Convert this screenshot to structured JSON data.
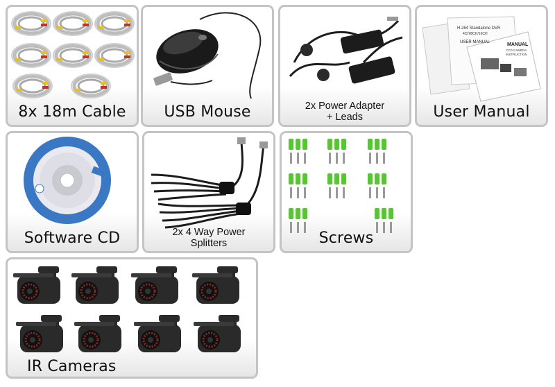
{
  "items": [
    {
      "label": "8x 18m Cable"
    },
    {
      "label": "USB Mouse"
    },
    {
      "label_lines": [
        "2x Power Adapter",
        "+ Leads"
      ]
    },
    {
      "label": "User Manual"
    },
    {
      "label": "Software CD"
    },
    {
      "label_lines": [
        "2x 4 Way Power",
        "Splitters"
      ]
    },
    {
      "label": "Screws"
    },
    {
      "label": "IR Cameras"
    }
  ],
  "manual_texts": {
    "dvr_title": "H.264 Standalone DVR",
    "dvr_channels": "4CH/8CH/16CH",
    "user_manual": "USER MANUAL",
    "manual": "MANUAL",
    "ccd": "CCD CAMERA",
    "instruction": "INSTRUCTION"
  },
  "colors": {
    "tile_border": "#c4c4c4",
    "cable": "#b9b9b9",
    "plug_yellow": "#e8c21a",
    "plug_red": "#c8302a",
    "mouse_body": "#1a1a1a",
    "cd_blue": "#3a78c4",
    "screw_anchor": "#5cc23a",
    "camera_body": "#2a2a2a",
    "ir_led": "#8a2a24"
  }
}
